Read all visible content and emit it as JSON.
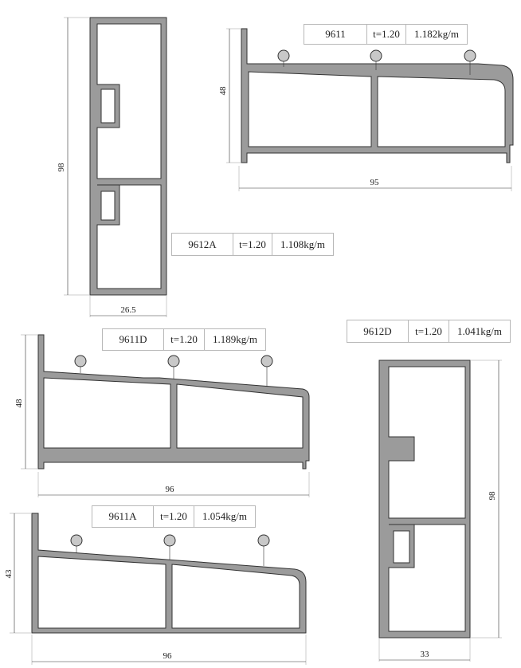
{
  "profiles": [
    {
      "code": "9612A",
      "thickness": "t=1.20",
      "weight": "1.108kg/m",
      "height_dim": "98",
      "width_dim": "26.5"
    },
    {
      "code": "9611",
      "thickness": "t=1.20",
      "weight": "1.182kg/m",
      "height_dim": "48",
      "width_dim": "95"
    },
    {
      "code": "9611D",
      "thickness": "t=1.20",
      "weight": "1.189kg/m",
      "height_dim": "48",
      "width_dim": "96"
    },
    {
      "code": "9612D",
      "thickness": "t=1.20",
      "weight": "1.041kg/m",
      "height_dim": "98",
      "width_dim": "33"
    },
    {
      "code": "9611A",
      "thickness": "t=1.20",
      "weight": "1.054kg/m",
      "height_dim": "43",
      "width_dim": "96"
    }
  ],
  "colors": {
    "profile_fill": "#9b9b9b",
    "outline": "#333333",
    "label_border": "#b8b8b8"
  }
}
